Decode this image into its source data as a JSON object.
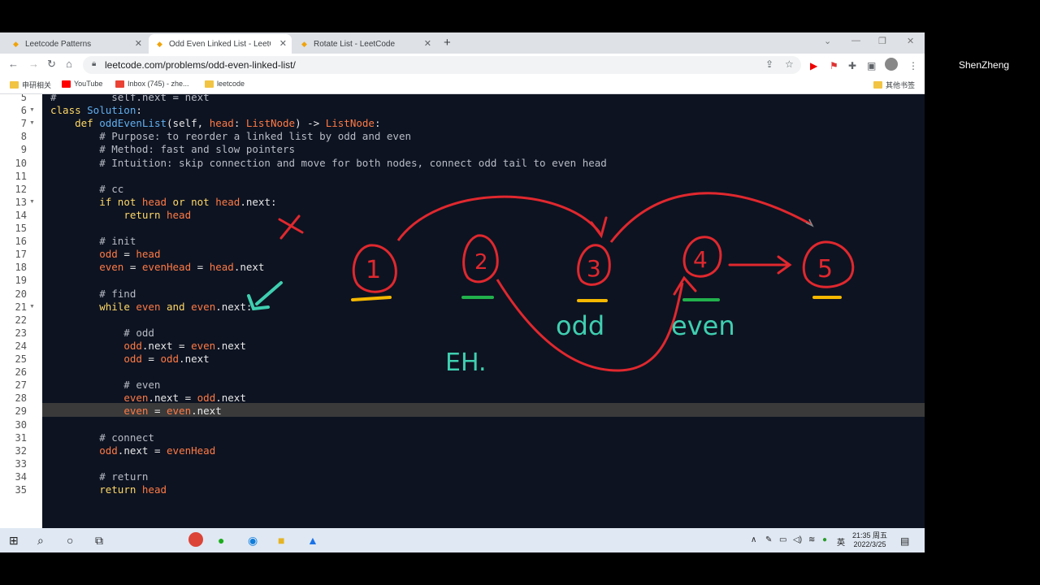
{
  "browser": {
    "tabs": [
      {
        "label": "Leetcode Patterns",
        "active": false
      },
      {
        "label": "Odd Even Linked List - LeetCo",
        "active": true
      },
      {
        "label": "Rotate List - LeetCode",
        "active": false
      }
    ],
    "new_tab": "+",
    "url": "leetcode.com/problems/odd-even-linked-list/",
    "bookmarks": [
      "申研相关",
      "YouTube",
      "Inbox (745) - zhe...",
      "leetcode"
    ],
    "other_bookmarks": "其他书签"
  },
  "editor": {
    "lines": [
      {
        "n": "5",
        "fold": false,
        "tokens": [
          {
            "t": "#         self.next = next",
            "c": "cm"
          }
        ]
      },
      {
        "n": "6",
        "fold": true,
        "tokens": [
          {
            "t": "class ",
            "c": "kw"
          },
          {
            "t": "Solution",
            "c": "fn"
          },
          {
            "t": ":",
            "c": ""
          }
        ]
      },
      {
        "n": "7",
        "fold": true,
        "tokens": [
          {
            "t": "    ",
            "c": ""
          },
          {
            "t": "def ",
            "c": "kw"
          },
          {
            "t": "oddEvenList",
            "c": "fn"
          },
          {
            "t": "(self, ",
            "c": ""
          },
          {
            "t": "head",
            "c": "id"
          },
          {
            "t": ": ",
            "c": ""
          },
          {
            "t": "ListNode",
            "c": "id"
          },
          {
            "t": ") -> ",
            "c": ""
          },
          {
            "t": "ListNode",
            "c": "id"
          },
          {
            "t": ":",
            "c": ""
          }
        ]
      },
      {
        "n": "8",
        "fold": false,
        "tokens": [
          {
            "t": "        # Purpose: to reorder a linked list by odd and even",
            "c": "cm"
          }
        ]
      },
      {
        "n": "9",
        "fold": false,
        "tokens": [
          {
            "t": "        # Method: fast and slow pointers",
            "c": "cm"
          }
        ]
      },
      {
        "n": "10",
        "fold": false,
        "tokens": [
          {
            "t": "        # Intuition: skip connection and move for both nodes, connect odd tail to even head",
            "c": "cm"
          }
        ]
      },
      {
        "n": "11",
        "fold": false,
        "tokens": [
          {
            "t": "",
            "c": ""
          }
        ]
      },
      {
        "n": "12",
        "fold": false,
        "tokens": [
          {
            "t": "        # cc",
            "c": "cm"
          }
        ]
      },
      {
        "n": "13",
        "fold": true,
        "tokens": [
          {
            "t": "        ",
            "c": ""
          },
          {
            "t": "if not ",
            "c": "kw"
          },
          {
            "t": "head",
            "c": "id"
          },
          {
            "t": " or not ",
            "c": "kw"
          },
          {
            "t": "head",
            "c": "id"
          },
          {
            "t": ".next:",
            "c": ""
          }
        ]
      },
      {
        "n": "14",
        "fold": false,
        "tokens": [
          {
            "t": "            ",
            "c": ""
          },
          {
            "t": "return ",
            "c": "kw"
          },
          {
            "t": "head",
            "c": "id"
          }
        ]
      },
      {
        "n": "15",
        "fold": false,
        "tokens": [
          {
            "t": "",
            "c": ""
          }
        ]
      },
      {
        "n": "16",
        "fold": false,
        "tokens": [
          {
            "t": "        # init",
            "c": "cm"
          }
        ]
      },
      {
        "n": "17",
        "fold": false,
        "tokens": [
          {
            "t": "        ",
            "c": ""
          },
          {
            "t": "odd",
            "c": "id"
          },
          {
            "t": " = ",
            "c": ""
          },
          {
            "t": "head",
            "c": "id"
          }
        ]
      },
      {
        "n": "18",
        "fold": false,
        "tokens": [
          {
            "t": "        ",
            "c": ""
          },
          {
            "t": "even",
            "c": "id"
          },
          {
            "t": " = ",
            "c": ""
          },
          {
            "t": "evenHead",
            "c": "id"
          },
          {
            "t": " = ",
            "c": ""
          },
          {
            "t": "head",
            "c": "id"
          },
          {
            "t": ".next",
            "c": ""
          }
        ]
      },
      {
        "n": "19",
        "fold": false,
        "tokens": [
          {
            "t": "",
            "c": ""
          }
        ]
      },
      {
        "n": "20",
        "fold": false,
        "tokens": [
          {
            "t": "        # find",
            "c": "cm"
          }
        ]
      },
      {
        "n": "21",
        "fold": true,
        "tokens": [
          {
            "t": "        ",
            "c": ""
          },
          {
            "t": "while ",
            "c": "kw"
          },
          {
            "t": "even",
            "c": "id"
          },
          {
            "t": " and ",
            "c": "kw"
          },
          {
            "t": "even",
            "c": "id"
          },
          {
            "t": ".next:",
            "c": ""
          }
        ]
      },
      {
        "n": "22",
        "fold": false,
        "tokens": [
          {
            "t": "",
            "c": ""
          }
        ]
      },
      {
        "n": "23",
        "fold": false,
        "tokens": [
          {
            "t": "            # odd",
            "c": "cm"
          }
        ]
      },
      {
        "n": "24",
        "fold": false,
        "tokens": [
          {
            "t": "            ",
            "c": ""
          },
          {
            "t": "odd",
            "c": "id"
          },
          {
            "t": ".next = ",
            "c": ""
          },
          {
            "t": "even",
            "c": "id"
          },
          {
            "t": ".next",
            "c": ""
          }
        ]
      },
      {
        "n": "25",
        "fold": false,
        "tokens": [
          {
            "t": "            ",
            "c": ""
          },
          {
            "t": "odd",
            "c": "id"
          },
          {
            "t": " = ",
            "c": ""
          },
          {
            "t": "odd",
            "c": "id"
          },
          {
            "t": ".next",
            "c": ""
          }
        ]
      },
      {
        "n": "26",
        "fold": false,
        "tokens": [
          {
            "t": "",
            "c": ""
          }
        ]
      },
      {
        "n": "27",
        "fold": false,
        "tokens": [
          {
            "t": "            # even",
            "c": "cm"
          }
        ]
      },
      {
        "n": "28",
        "fold": false,
        "tokens": [
          {
            "t": "            ",
            "c": ""
          },
          {
            "t": "even",
            "c": "id"
          },
          {
            "t": ".next = ",
            "c": ""
          },
          {
            "t": "odd",
            "c": "id"
          },
          {
            "t": ".next",
            "c": ""
          }
        ]
      },
      {
        "n": "29",
        "fold": false,
        "tokens": [
          {
            "t": "            ",
            "c": ""
          },
          {
            "t": "even",
            "c": "id"
          },
          {
            "t": " = ",
            "c": ""
          },
          {
            "t": "even",
            "c": "id"
          },
          {
            "t": ".next",
            "c": ""
          }
        ]
      },
      {
        "n": "30",
        "fold": false,
        "tokens": [
          {
            "t": "",
            "c": ""
          }
        ]
      },
      {
        "n": "31",
        "fold": false,
        "tokens": [
          {
            "t": "        # connect",
            "c": "cm"
          }
        ]
      },
      {
        "n": "32",
        "fold": false,
        "tokens": [
          {
            "t": "        ",
            "c": ""
          },
          {
            "t": "odd",
            "c": "id"
          },
          {
            "t": ".next = ",
            "c": ""
          },
          {
            "t": "evenHead",
            "c": "id"
          }
        ]
      },
      {
        "n": "33",
        "fold": false,
        "tokens": [
          {
            "t": "",
            "c": ""
          }
        ]
      },
      {
        "n": "34",
        "fold": false,
        "tokens": [
          {
            "t": "        # return",
            "c": "cm"
          }
        ]
      },
      {
        "n": "35",
        "fold": false,
        "tokens": [
          {
            "t": "        ",
            "c": ""
          },
          {
            "t": "return ",
            "c": "kw"
          },
          {
            "t": "head",
            "c": "id"
          }
        ]
      }
    ],
    "highlighted_line": "29"
  },
  "annotations": {
    "nodes": [
      "1",
      "2",
      "3",
      "4",
      "5"
    ],
    "label_odd": "odd",
    "label_even": "even",
    "label_eh": "EH.",
    "cross": "X"
  },
  "taskbar": {
    "tray_lang": "英",
    "clock_time": "21:35 周五",
    "clock_date": "2022/3/25"
  },
  "presenter": "ShenZheng",
  "colors": {
    "editor_bg": "#0d1321",
    "keyword": "#ffd866",
    "identifier": "#ff7a45",
    "function": "#61afef",
    "ink_red": "#e0282e",
    "ink_teal": "#3fcfb0",
    "ink_yellow": "#f5b800",
    "ink_green": "#22b14c"
  }
}
